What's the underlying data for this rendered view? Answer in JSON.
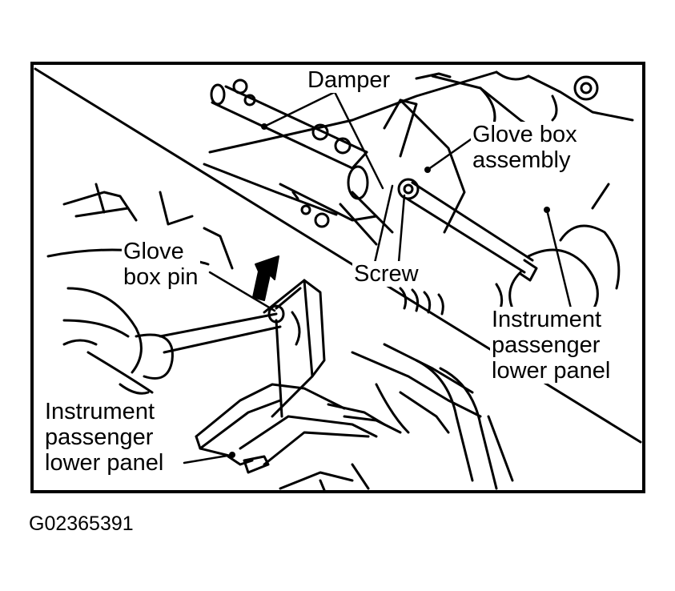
{
  "figure": {
    "image_id": "G02365391",
    "labels": {
      "damper": "Damper",
      "glove_box_assembly": "Glove box\nassembly",
      "screw": "Screw",
      "glove_box_pin": "Glove\nbox pin",
      "instrument_lower_panel_right": "Instrument\npassenger\nlower panel",
      "instrument_lower_panel_left": "Instrument\npassenger\nlower panel"
    }
  }
}
